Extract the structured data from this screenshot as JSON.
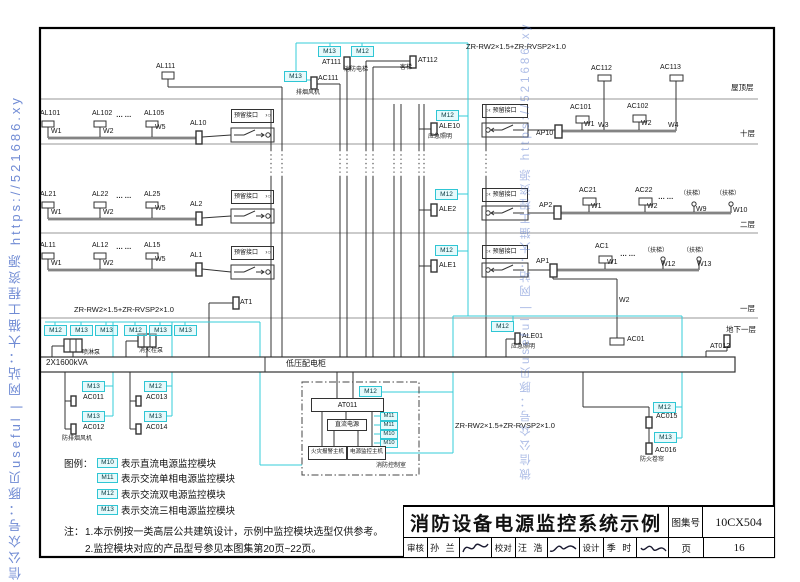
{
  "watermark": {
    "text": "微信公众号：豚贝useful | 网站：大猫工程资源 https://521686.xy"
  },
  "drawing": {
    "reserved_label": "预留接口",
    "labels": [
      [
        "AL111",
        156,
        63,
        "s"
      ],
      [
        "AT111",
        322,
        59,
        "s"
      ],
      [
        "消防电梯",
        344,
        67,
        "xs"
      ],
      [
        "AC111",
        318,
        75,
        "s"
      ],
      [
        "排烟风机",
        296,
        90,
        "xs"
      ],
      [
        "AT112",
        418,
        57,
        "s"
      ],
      [
        "客梯",
        400,
        65,
        "xs"
      ],
      [
        "ZR-RW2×1.5+ZR-RVSP2×1.0",
        466,
        43,
        "spec"
      ],
      [
        "屋顶层",
        731,
        84,
        "floor"
      ],
      [
        "AC112",
        591,
        65,
        "s"
      ],
      [
        "AC113",
        660,
        64,
        "s"
      ],
      [
        "AL101",
        40,
        110,
        "s"
      ],
      [
        "AL102",
        92,
        110,
        "s"
      ],
      [
        "……",
        116,
        112,
        "dots"
      ],
      [
        "AL105",
        144,
        110,
        "s"
      ],
      [
        "W1",
        51,
        128,
        "s"
      ],
      [
        "W2",
        103,
        128,
        "s"
      ],
      [
        "W5",
        155,
        124,
        "s"
      ],
      [
        "AL10",
        190,
        120,
        "s"
      ],
      [
        "ALE10",
        439,
        123,
        "s"
      ],
      [
        "应急照明",
        428,
        134,
        "xs"
      ],
      [
        "AP10",
        536,
        130,
        "s"
      ],
      [
        "AC101",
        570,
        104,
        "s"
      ],
      [
        "W1",
        584,
        121,
        "s"
      ],
      [
        "W3",
        598,
        122,
        "s"
      ],
      [
        "AC102",
        627,
        103,
        "s"
      ],
      [
        "W2",
        641,
        120,
        "s"
      ],
      [
        "W4",
        668,
        122,
        "s"
      ],
      [
        "十层",
        740,
        130,
        "floor"
      ],
      [
        "AL21",
        40,
        191,
        "s"
      ],
      [
        "AL22",
        92,
        191,
        "s"
      ],
      [
        "……",
        116,
        193,
        "dots"
      ],
      [
        "AL25",
        144,
        191,
        "s"
      ],
      [
        "W1",
        51,
        209,
        "s"
      ],
      [
        "W2",
        103,
        209,
        "s"
      ],
      [
        "W5",
        155,
        205,
        "s"
      ],
      [
        "AL2",
        190,
        201,
        "s"
      ],
      [
        "ALE2",
        439,
        206,
        "s"
      ],
      [
        "AP2",
        539,
        202,
        "s"
      ],
      [
        "AC21",
        579,
        187,
        "s"
      ],
      [
        "W1",
        591,
        203,
        "s"
      ],
      [
        "AC22",
        635,
        187,
        "s"
      ],
      [
        "W2",
        647,
        203,
        "s"
      ],
      [
        "……",
        658,
        194,
        "dots"
      ],
      [
        "（扶梯）",
        680,
        191,
        "xs"
      ],
      [
        "W9",
        696,
        206,
        "s"
      ],
      [
        "（扶梯）",
        716,
        191,
        "xs"
      ],
      [
        "W10",
        733,
        207,
        "s"
      ],
      [
        "二层",
        740,
        221,
        "floor"
      ],
      [
        "AL11",
        40,
        242,
        "s"
      ],
      [
        "AL12",
        92,
        242,
        "s"
      ],
      [
        "……",
        116,
        244,
        "dots"
      ],
      [
        "AL15",
        144,
        242,
        "s"
      ],
      [
        "W1",
        51,
        260,
        "s"
      ],
      [
        "W2",
        103,
        260,
        "s"
      ],
      [
        "W5",
        155,
        256,
        "s"
      ],
      [
        "AL1",
        190,
        252,
        "s"
      ],
      [
        "ALE1",
        439,
        262,
        "s"
      ],
      [
        "AP1",
        536,
        258,
        "s"
      ],
      [
        "AC1",
        595,
        243,
        "s"
      ],
      [
        "W1",
        607,
        259,
        "s"
      ],
      [
        "……",
        620,
        251,
        "dots"
      ],
      [
        "（扶梯）",
        644,
        248,
        "xs"
      ],
      [
        "W12",
        661,
        261,
        "s"
      ],
      [
        "（扶梯）",
        683,
        248,
        "xs"
      ],
      [
        "W13",
        697,
        261,
        "s"
      ],
      [
        "一层",
        740,
        305,
        "floor"
      ],
      [
        "AT1",
        240,
        299,
        "s"
      ],
      [
        "ZR-RW2×1.5+ZR-RVSP2×1.0",
        74,
        306,
        "spec"
      ],
      [
        "W2",
        619,
        297,
        "s"
      ],
      [
        "ALE01",
        522,
        333,
        "s"
      ],
      [
        "应急照明",
        511,
        344,
        "xs"
      ],
      [
        "AC01",
        627,
        336,
        "s"
      ],
      [
        "AT012",
        710,
        343,
        "s"
      ],
      [
        "地下一层",
        726,
        326,
        "floor"
      ],
      [
        "ZR-RW2×1.5+ZR-RVSP2×1.0",
        455,
        422,
        "spec"
      ],
      [
        "喷淋泵",
        82,
        350,
        "xs"
      ],
      [
        "消火栓泵",
        139,
        348,
        "xs"
      ],
      [
        "2X1600kVA",
        46,
        359,
        "s9"
      ],
      [
        "低压配电柜",
        286,
        360,
        "s9"
      ],
      [
        "AC011",
        83,
        394,
        "s"
      ],
      [
        "AC012",
        83,
        424,
        "s"
      ],
      [
        "防排烟风机",
        62,
        436,
        "xs"
      ],
      [
        "AC013",
        146,
        394,
        "s"
      ],
      [
        "AC014",
        146,
        424,
        "s"
      ],
      [
        "消防控制室",
        376,
        463,
        "xs"
      ],
      [
        "AC015",
        656,
        413,
        "s"
      ],
      [
        "AC016",
        655,
        447,
        "s"
      ],
      [
        "防火卷帘",
        640,
        457,
        "xs"
      ]
    ],
    "chips": [
      [
        318,
        46,
        "M13"
      ],
      [
        351,
        46,
        "M12"
      ],
      [
        284,
        71,
        "M13"
      ],
      [
        436,
        110,
        "M12"
      ],
      [
        435,
        189,
        "M12"
      ],
      [
        435,
        245,
        "M12"
      ],
      [
        491,
        321,
        "M12"
      ],
      [
        44,
        325,
        "M12"
      ],
      [
        70,
        325,
        "M13"
      ],
      [
        95,
        325,
        "M13"
      ],
      [
        124,
        325,
        "M12"
      ],
      [
        149,
        325,
        "M13"
      ],
      [
        174,
        325,
        "M13"
      ],
      [
        82,
        381,
        "M13"
      ],
      [
        82,
        411,
        "M13"
      ],
      [
        144,
        381,
        "M12"
      ],
      [
        144,
        411,
        "M13"
      ],
      [
        359,
        386,
        "M12"
      ],
      [
        380,
        412,
        "M11",
        "sm"
      ],
      [
        380,
        421,
        "M11",
        "sm"
      ],
      [
        380,
        430,
        "M10",
        "sm"
      ],
      [
        380,
        439,
        "M10",
        "sm"
      ],
      [
        653,
        402,
        "M12"
      ],
      [
        654,
        432,
        "M13"
      ]
    ],
    "text_boxes": [
      [
        311,
        398,
        73,
        14,
        "AT011",
        7
      ],
      [
        327,
        419,
        40,
        12,
        "直流电源",
        6
      ],
      [
        308,
        446,
        39,
        14,
        "火灾报警主机",
        5.5
      ],
      [
        347,
        446,
        39,
        14,
        "电源监控主机",
        5.5
      ]
    ],
    "reserved_boxes": [
      [
        231,
        109,
        "L"
      ],
      [
        231,
        190,
        "L"
      ],
      [
        231,
        246,
        "L"
      ],
      [
        482,
        104,
        "R"
      ],
      [
        482,
        188,
        "R"
      ],
      [
        482,
        245,
        "R"
      ]
    ]
  },
  "legend": {
    "heading": "图例：",
    "items": [
      {
        "chip": "M10",
        "text": "表示直流电源监控模块"
      },
      {
        "chip": "M11",
        "text": "表示交流单相电源监控模块"
      },
      {
        "chip": "M12",
        "text": "表示交流双电源监控模块"
      },
      {
        "chip": "M13",
        "text": "表示交流三相电源监控模块"
      }
    ],
    "note_label": "注：",
    "notes": [
      "1.本示例按一类高层公共建筑设计，示例中监控模块选型仅供参考。",
      "2.监控模块对应的产品型号参见本图集第20页~22页。"
    ]
  },
  "titleblock": {
    "title": "消防设备电源监控系统示例",
    "atlas_label": "图集号",
    "atlas_no": "10CX504",
    "page_label": "页",
    "page_no": "16",
    "cells": [
      {
        "label": "审核",
        "name": "孙 兰"
      },
      {
        "label": "校对",
        "name": "汪 浩"
      },
      {
        "label": "设计",
        "name": "季 时"
      }
    ]
  }
}
